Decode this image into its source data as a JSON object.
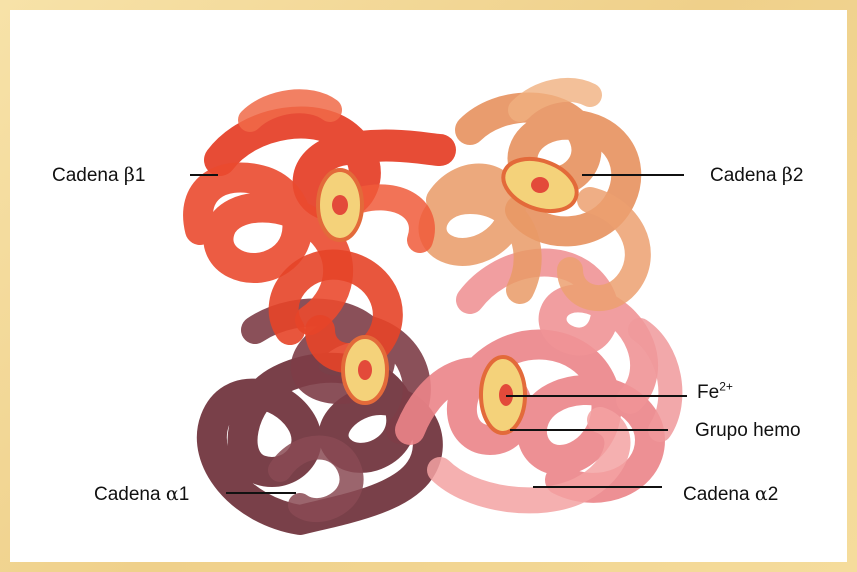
{
  "labels": {
    "beta1": {
      "prefix": "Cadena",
      "symbol": "β",
      "number": "1"
    },
    "beta2": {
      "prefix": "Cadena",
      "symbol": "β",
      "number": "2"
    },
    "alpha1": {
      "prefix": "Cadena",
      "symbol": "α",
      "number": "1"
    },
    "alpha2": {
      "prefix": "Cadena",
      "symbol": "α",
      "number": "2"
    },
    "iron": {
      "base": "Fe",
      "superscript": "2+"
    },
    "heme": "Grupo hemo"
  },
  "colors": {
    "beta1": "#e8402a",
    "beta2": "#e58e55",
    "alpha1": "#7a3a44",
    "alpha2": "#ee8a8c",
    "heme_disc": "#f4d27a",
    "heme_core": "#e34a3a",
    "frame": "#efd08a"
  }
}
